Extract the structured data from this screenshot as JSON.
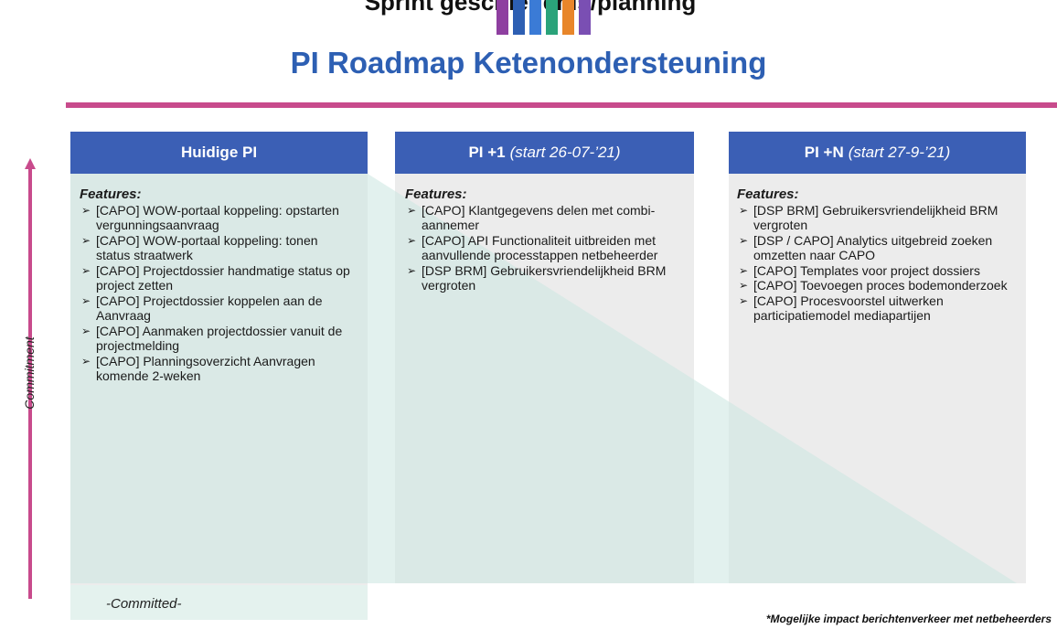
{
  "header": {
    "top_cut_text": "Sprint geschiedenis/planning",
    "title": "PI Roadmap Ketenondersteuning",
    "logo_bar_colors": [
      "#8e3fa0",
      "#2d5fb3",
      "#3b7bd6",
      "#2aa37a",
      "#e8862a",
      "#7a4fb3"
    ]
  },
  "axis": {
    "commitment_label": "Commitment"
  },
  "columns": [
    {
      "title": "Huidige PI",
      "subtitle": "",
      "features_label": "Features:",
      "items": [
        "[CAPO] WOW-portaal koppeling: opstarten vergunningsaanvraag",
        "[CAPO] WOW-portaal koppeling: tonen status straatwerk",
        "[CAPO] Projectdossier handmatige status op project zetten",
        "[CAPO] Projectdossier koppelen aan de Aanvraag",
        "[CAPO] Aanmaken projectdossier vanuit de projectmelding",
        "[CAPO] Planningsoverzicht Aanvragen komende 2-weken"
      ]
    },
    {
      "title": "PI +1",
      "subtitle": "(start 26-07-’21)",
      "features_label": "Features:",
      "items": [
        "[CAPO] Klantgegevens delen met combi-aannemer",
        "[CAPO] API Functionaliteit uitbreiden met aanvullende processtappen netbeheerder",
        "[DSP BRM] Gebruikersvriendelijkheid BRM vergroten"
      ]
    },
    {
      "title": "PI +N",
      "subtitle": "(start 27-9-’21)",
      "features_label": "Features:",
      "items": [
        "[DSP BRM] Gebruikersvriendelijkheid BRM vergroten",
        "[DSP / CAPO] Analytics uitgebreid zoeken omzetten naar CAPO",
        "[CAPO] Templates voor project dossiers",
        "[CAPO] Toevoegen proces bodemonderzoek",
        "[CAPO] Procesvoorstel uitwerken participatiemodel mediapartijen"
      ]
    }
  ],
  "committed_label": "-Committed-",
  "footnote": "*Mogelijke impact berichtenverkeer met netbeheerders",
  "colors": {
    "header_blue": "#3b5fb5",
    "accent_pink": "#c84b8c",
    "title_blue": "#2d5fb3",
    "commit_teal": "#cfe8e2"
  }
}
